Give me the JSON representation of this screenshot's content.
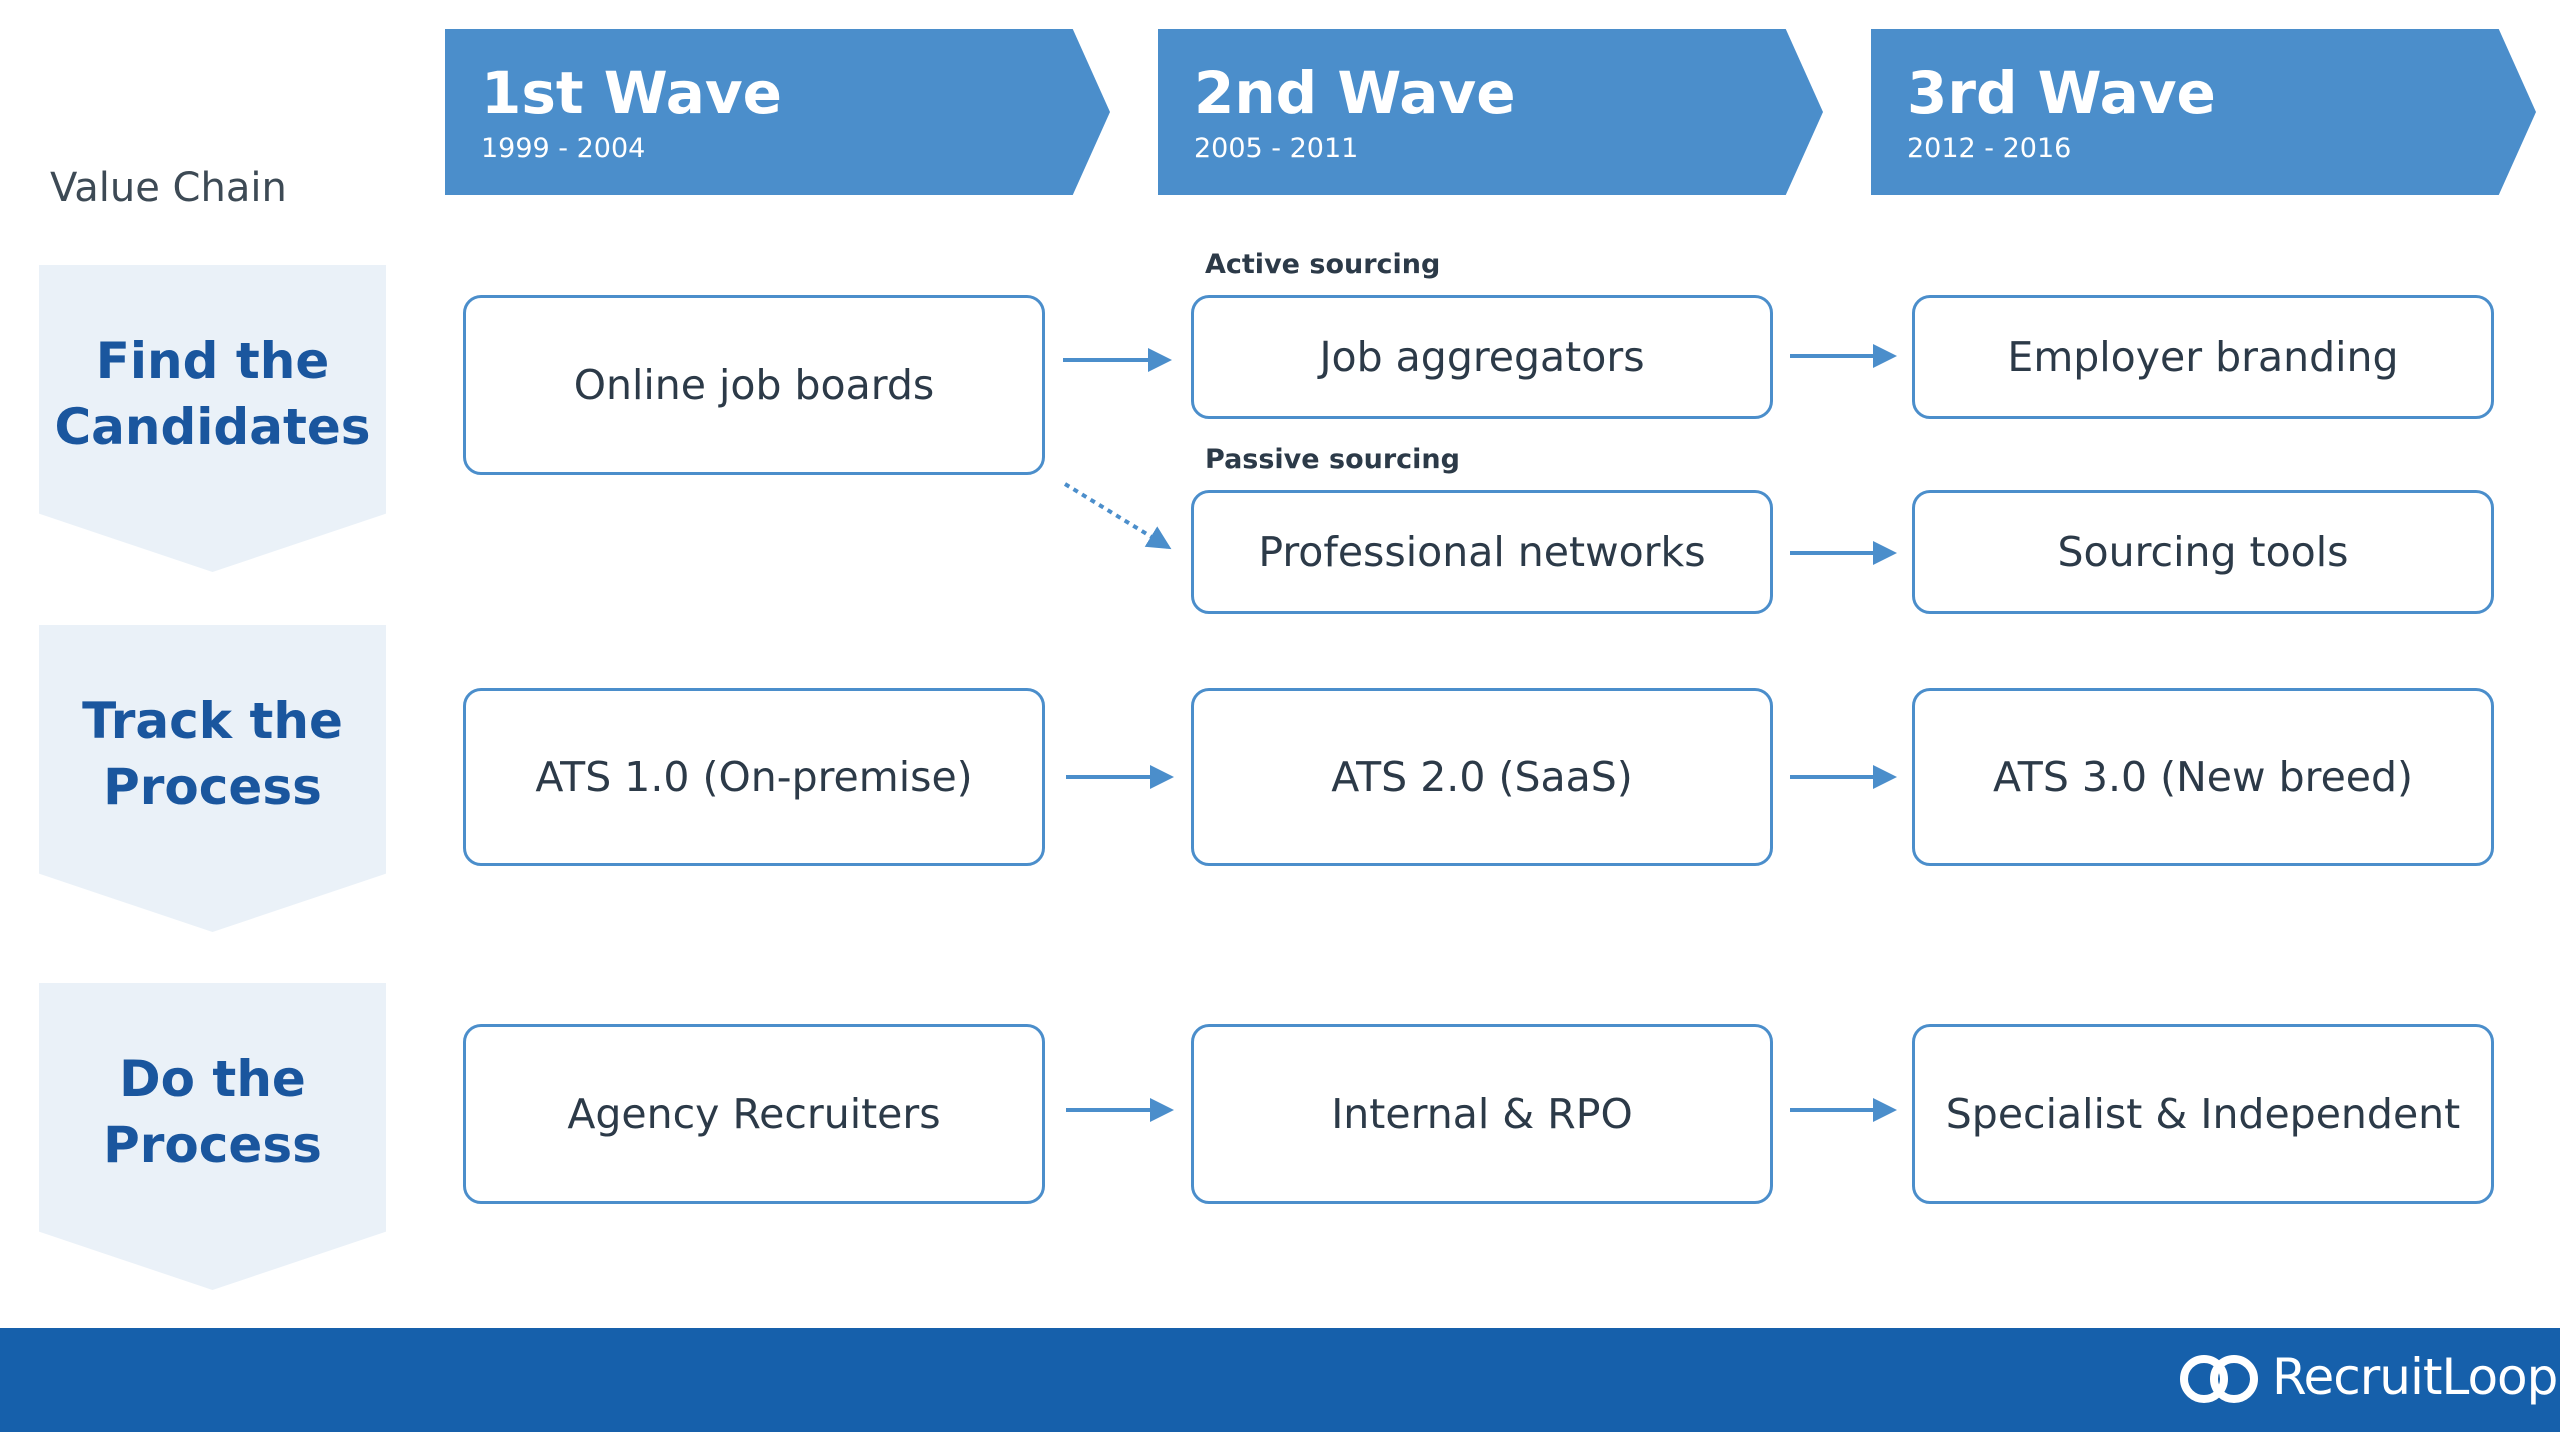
{
  "value_chain_label": "Value Chain",
  "waves": [
    {
      "title": "1st Wave",
      "years": "1999 - 2004"
    },
    {
      "title": "2nd Wave",
      "years": "2005 - 2011"
    },
    {
      "title": "3rd Wave",
      "years": "2012 - 2016"
    }
  ],
  "stages": [
    {
      "line1": "Find the",
      "line2": "Candidates"
    },
    {
      "line1": "Track the",
      "line2": "Process"
    },
    {
      "line1": "Do the",
      "line2": "Process"
    }
  ],
  "labels": {
    "active_sourcing": "Active sourcing",
    "passive_sourcing": "Passive sourcing"
  },
  "boxes": {
    "online_job_boards": "Online job boards",
    "job_aggregators": "Job aggregators",
    "employer_branding": "Employer branding",
    "professional_networks": "Professional networks",
    "sourcing_tools": "Sourcing tools",
    "ats1": "ATS 1.0 (On-premise)",
    "ats2": "ATS 2.0 (SaaS)",
    "ats3": "ATS 3.0 (New breed)",
    "agency_recruiters": "Agency Recruiters",
    "internal_rpo": "Internal & RPO",
    "specialist_independent": "Specialist & Independent"
  },
  "footer": {
    "brand": "RecruitLoop"
  },
  "colors": {
    "wave_fill": "#4b8ecb",
    "box_border": "#4b8ecb",
    "stage_fill": "#eaf1f8",
    "stage_text": "#1a569e",
    "footer_fill": "#1660ab"
  }
}
